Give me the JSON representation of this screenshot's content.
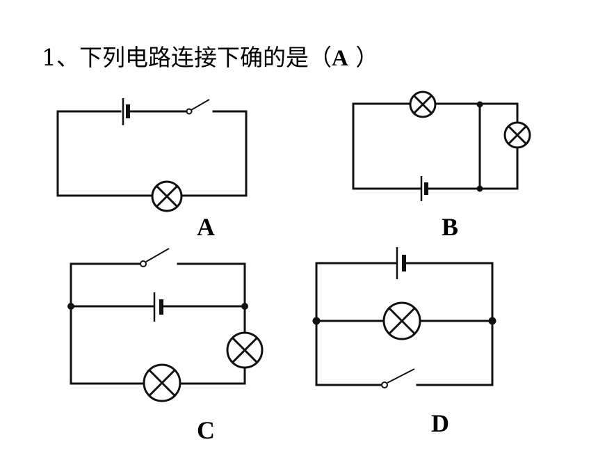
{
  "question": {
    "number": "1",
    "sep": "、",
    "text": "下列电路连接下确的是",
    "open_paren": "（",
    "answer": "A",
    "close_paren": "）"
  },
  "options": [
    {
      "id": "option-a",
      "label": "A"
    },
    {
      "id": "option-b",
      "label": "B"
    },
    {
      "id": "option-c",
      "label": "C"
    },
    {
      "id": "option-d",
      "label": "D"
    }
  ]
}
